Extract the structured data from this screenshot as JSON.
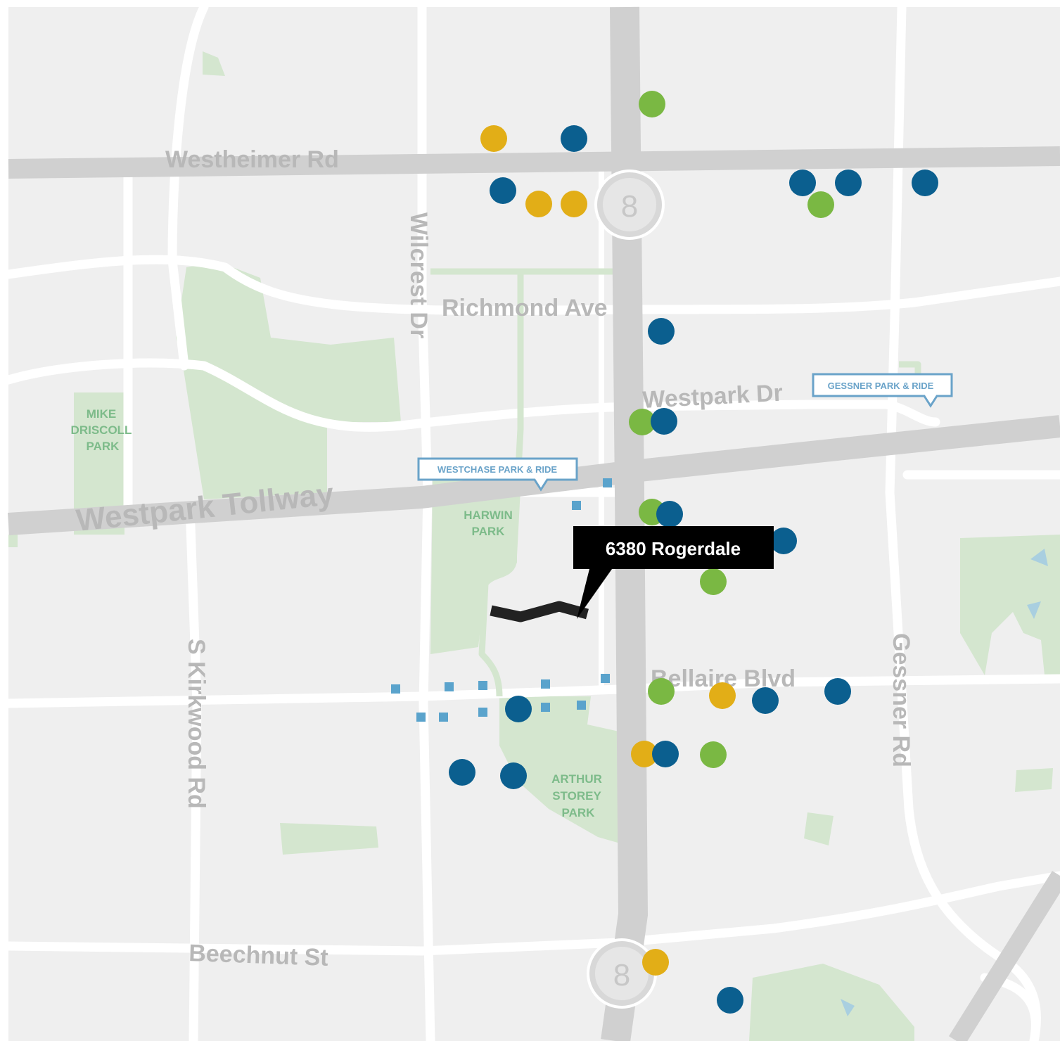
{
  "colors": {
    "land": "#efefef",
    "road": "#ffffff",
    "highway": "#d0d0d0",
    "park": "#d4e6cf",
    "park_text": "#7dbb8a",
    "road_text": "#b8b8b8",
    "callout_border": "#6aa3c9",
    "marker_blue": "#0b5f8f",
    "marker_green": "#7ab843",
    "marker_yellow": "#e2ae17",
    "stop_square": "#5aa3cc",
    "property": "#222222"
  },
  "roads": {
    "westheimer": "Westheimer Rd",
    "richmond": "Richmond Ave",
    "westpark_dr": "Westpark Dr",
    "westpark_tollway": "Westpark Tollway",
    "bellaire": "Bellaire Blvd",
    "beechnut": "Beechnut St",
    "wilcrest": "Wilcrest Dr",
    "kirkwood": "S Kirkwood Rd",
    "gessner": "Gessner Rd"
  },
  "highway_shield": {
    "number_top": "8",
    "number_bottom": "8"
  },
  "parks": {
    "mike_driscoll": [
      "MIKE",
      "DRISCOLL",
      "PARK"
    ],
    "harwin": [
      "HARWIN",
      "PARK"
    ],
    "arthur_storey": [
      "ARTHUR",
      "STOREY",
      "PARK"
    ]
  },
  "park_and_ride": {
    "westchase": "WESTCHASE PARK & RIDE",
    "gessner": "GESSNER PARK & RIDE"
  },
  "property_label": "6380 Rogerdale",
  "markers": [
    {
      "color": "green"
    },
    {
      "color": "yellow"
    },
    {
      "color": "blue"
    },
    {
      "color": "blue"
    },
    {
      "color": "yellow"
    },
    {
      "color": "yellow"
    },
    {
      "color": "blue"
    },
    {
      "color": "blue"
    },
    {
      "color": "green"
    },
    {
      "color": "blue"
    },
    {
      "color": "blue"
    },
    {
      "color": "green"
    },
    {
      "color": "blue"
    },
    {
      "color": "green"
    },
    {
      "color": "blue"
    },
    {
      "color": "blue"
    },
    {
      "color": "green"
    },
    {
      "color": "green"
    },
    {
      "color": "yellow"
    },
    {
      "color": "blue"
    },
    {
      "color": "blue"
    },
    {
      "color": "blue"
    },
    {
      "color": "yellow"
    },
    {
      "color": "blue"
    },
    {
      "color": "green"
    },
    {
      "color": "blue"
    },
    {
      "color": "blue"
    },
    {
      "color": "yellow"
    },
    {
      "color": "blue"
    }
  ]
}
